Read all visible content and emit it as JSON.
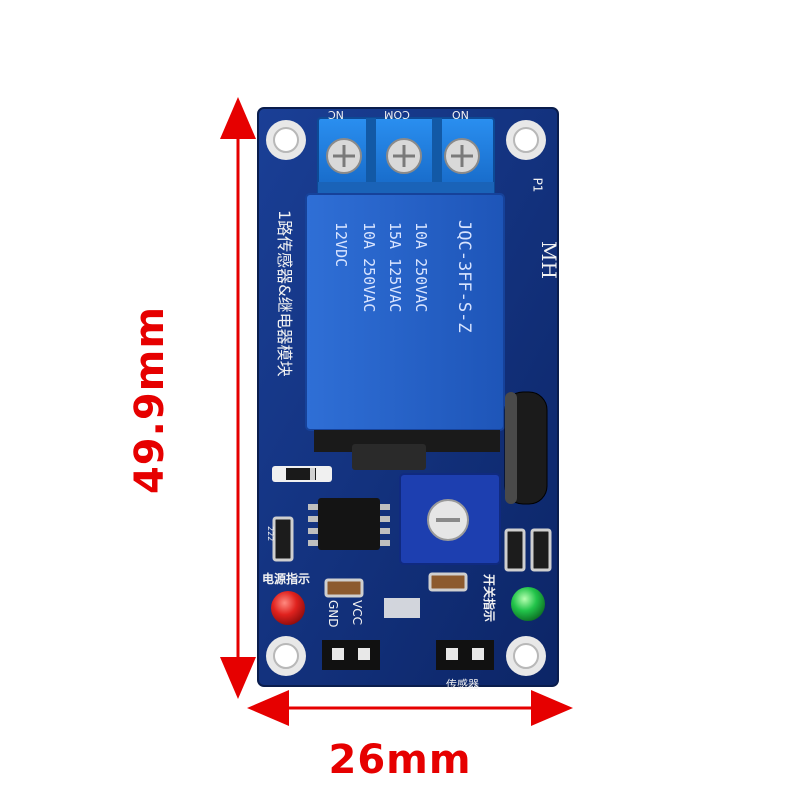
{
  "dimensions": {
    "height_label": "49.9mm",
    "width_label": "26mm",
    "color": "#e60000"
  },
  "board": {
    "color": "#0f2f7a",
    "terminals": [
      "NC",
      "COM",
      "NO"
    ],
    "designator": "P1",
    "side_label": "1路传感器&继电器模块",
    "relay_mark": "MH",
    "relay_lines": [
      "12VDC",
      "10A 250VAC",
      "15A 125VAC",
      "10A 250VAC",
      "JQC-3FF-S-Z"
    ],
    "led_left_label": "电源指示",
    "led_right_label": "开关指示",
    "pins": [
      "GND",
      "VCC"
    ],
    "sensor_label": "传感器",
    "resistor_code": "222",
    "led_left_color": "#e0221e",
    "led_right_color": "#22c44a"
  }
}
